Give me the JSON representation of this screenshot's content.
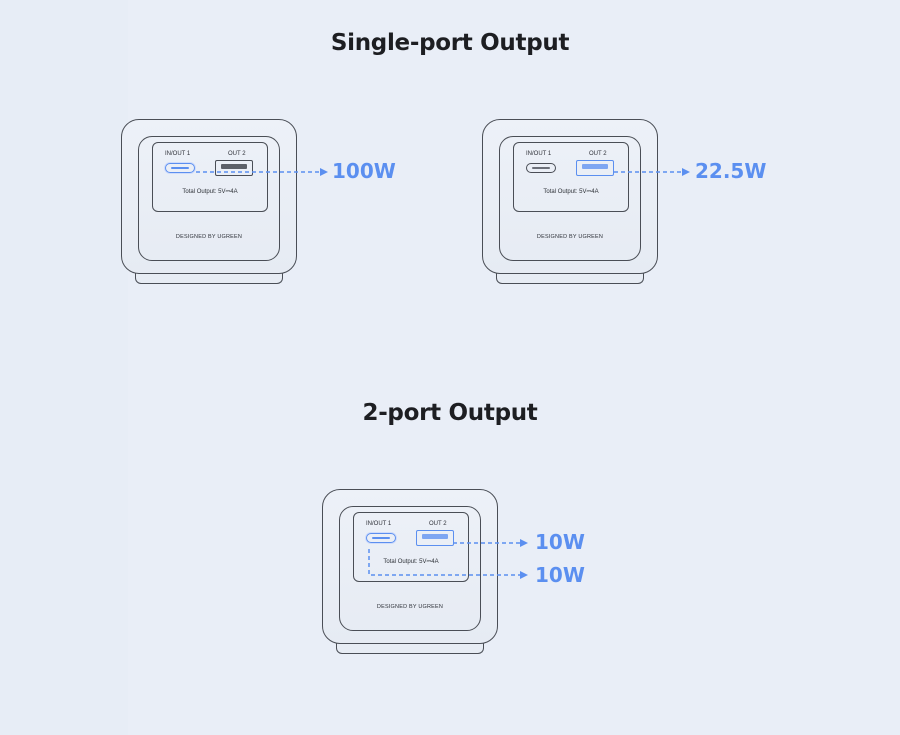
{
  "headings": {
    "single": "Single-port Output",
    "two": "2-port Output"
  },
  "device": {
    "port1_label": "IN/OUT 1",
    "port2_label": "OUT 2",
    "total_output": "Total Output: 5V⎓4A",
    "brand": "DESIGNED BY UGREEN"
  },
  "outputs": {
    "single_usbc": "100W",
    "single_usba": "22.5W",
    "dual_usba": "10W",
    "dual_usbc": "10W"
  },
  "colors": {
    "accent": "#5b8ff0",
    "outline": "#4a4e56",
    "heading": "#1d1e22",
    "background": "#e7edf6"
  }
}
